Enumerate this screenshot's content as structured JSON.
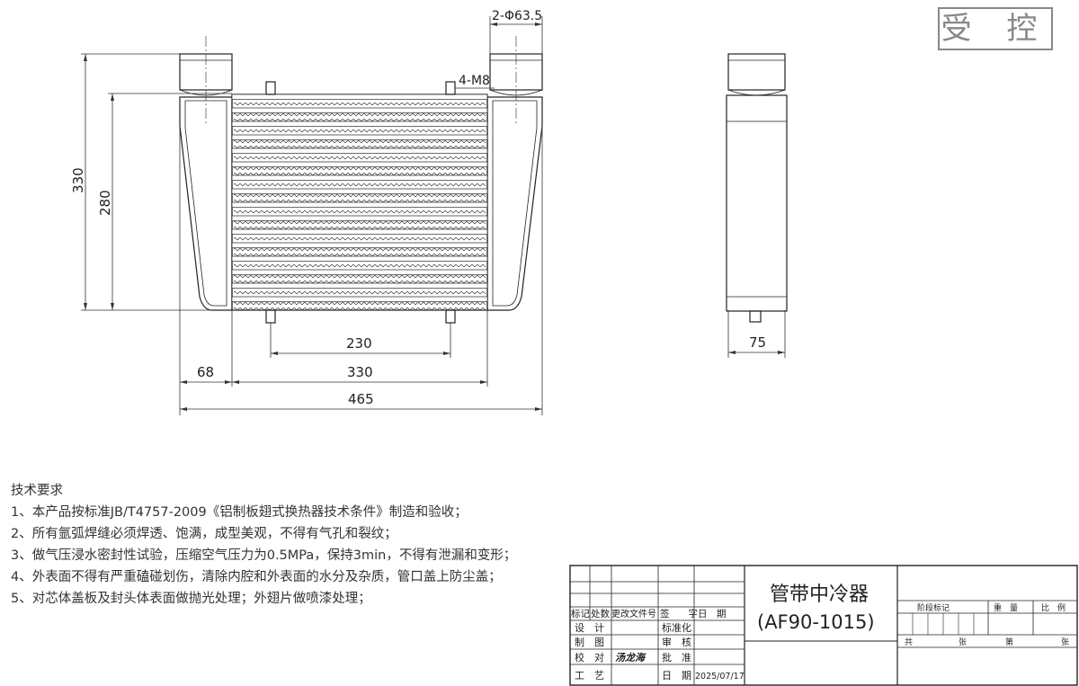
{
  "stamp": "受 控",
  "dimensions": {
    "inlet": "2-Φ63.5",
    "bolts": "4-M8",
    "height_total": "330",
    "height_core": "280",
    "bolt_spacing": "230",
    "tank_width": "68",
    "core_width": "330",
    "overall_width": "465",
    "depth": "75"
  },
  "notes": {
    "title": "技术要求",
    "items": [
      "1、本产品按标准JB/T4757-2009《铝制板翅式换热器技术条件》制造和验收；",
      "2、所有氩弧焊缝必须焊透、饱满，成型美观，不得有气孔和裂纹；",
      "3、做气压浸水密封性试验，压缩空气压力为0.5MPa，保持3min，不得有泄漏和变形；",
      "4、外表面不得有严重磕碰划伤，清除内腔和外表面的水分及杂质，管口盖上防尘盖；",
      "5、对芯体盖板及封头体表面做抛光处理；外翅片做喷漆处理；"
    ]
  },
  "title_block": {
    "part_name": "管带中冷器",
    "part_code": "(AF90-1015)",
    "header_cells": [
      "标记",
      "处数",
      "更改文件号",
      "签　　字",
      "日　期"
    ],
    "rows": [
      {
        "label": "设　计",
        "value": "",
        "label2": "标准化",
        "value2": ""
      },
      {
        "label": "制　图",
        "value": "",
        "label2": "审　核",
        "value2": ""
      },
      {
        "label": "校　对",
        "value": "汤龙海",
        "label2": "批　准",
        "value2": ""
      },
      {
        "label": "工　艺",
        "value": "",
        "label2": "日　期",
        "value2": "2025/07/17"
      }
    ],
    "stage_header": [
      "阶段标记",
      "重　量",
      "比　例"
    ],
    "sheet_row": [
      "共",
      "张",
      "第",
      "张"
    ]
  }
}
